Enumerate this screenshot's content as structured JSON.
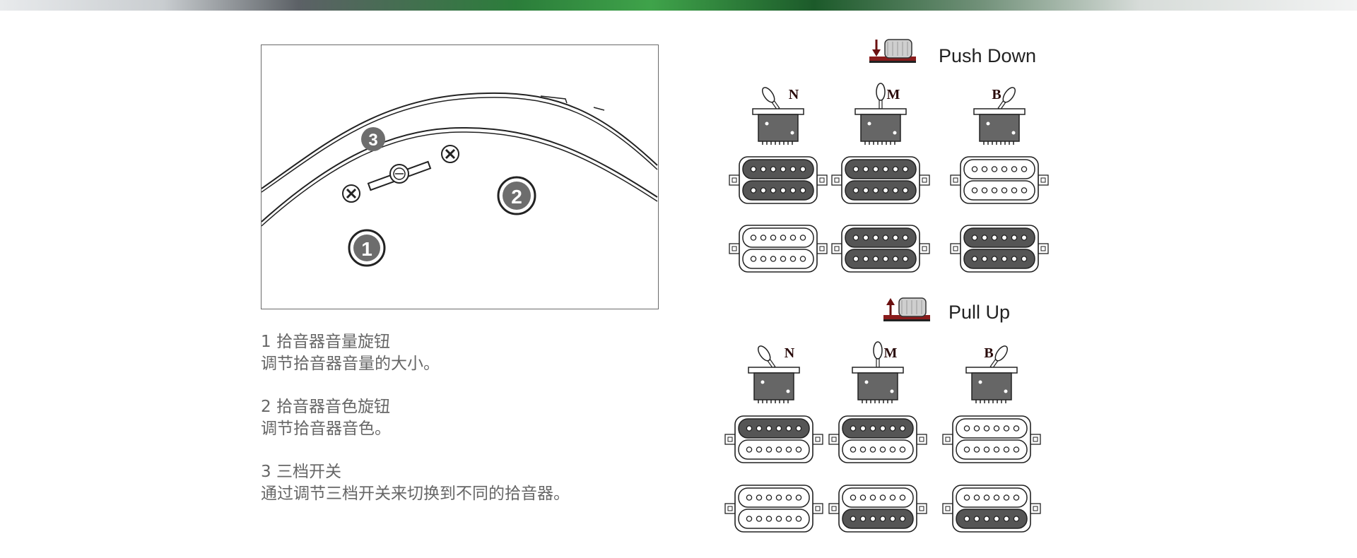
{
  "items": [
    {
      "number": "1",
      "title": "拾音器音量旋钮",
      "desc": "调节拾音器音量的大小。"
    },
    {
      "number": "2",
      "title": "拾音器音色旋钮",
      "desc": "调节拾音器音色。"
    },
    {
      "number": "3",
      "title": "三档开关",
      "desc": "通过调节三档开关来切换到不同的拾音器。"
    }
  ],
  "diagram": {
    "callouts": [
      "1",
      "2",
      "3"
    ],
    "states": [
      {
        "title": "Push Down",
        "positions": [
          {
            "label": "N",
            "pickups": [
              [
                "on",
                "on"
              ],
              [
                "off",
                "off"
              ]
            ]
          },
          {
            "label": "M",
            "pickups": [
              [
                "on",
                "on"
              ],
              [
                "on",
                "on"
              ]
            ]
          },
          {
            "label": "B",
            "pickups": [
              [
                "off",
                "off"
              ],
              [
                "on",
                "on"
              ]
            ]
          }
        ]
      },
      {
        "title": "Pull Up",
        "positions": [
          {
            "label": "N",
            "pickups": [
              [
                "on",
                "off"
              ],
              [
                "off",
                "off"
              ]
            ]
          },
          {
            "label": "M",
            "pickups": [
              [
                "on",
                "off"
              ],
              [
                "off",
                "on"
              ]
            ]
          },
          {
            "label": "B",
            "pickups": [
              [
                "off",
                "off"
              ],
              [
                "off",
                "on"
              ]
            ]
          }
        ]
      }
    ]
  },
  "colors": {
    "text": "#666666",
    "coil_on": "#555555",
    "coil_off": "#ffffff",
    "arrow": "#6b1010"
  }
}
